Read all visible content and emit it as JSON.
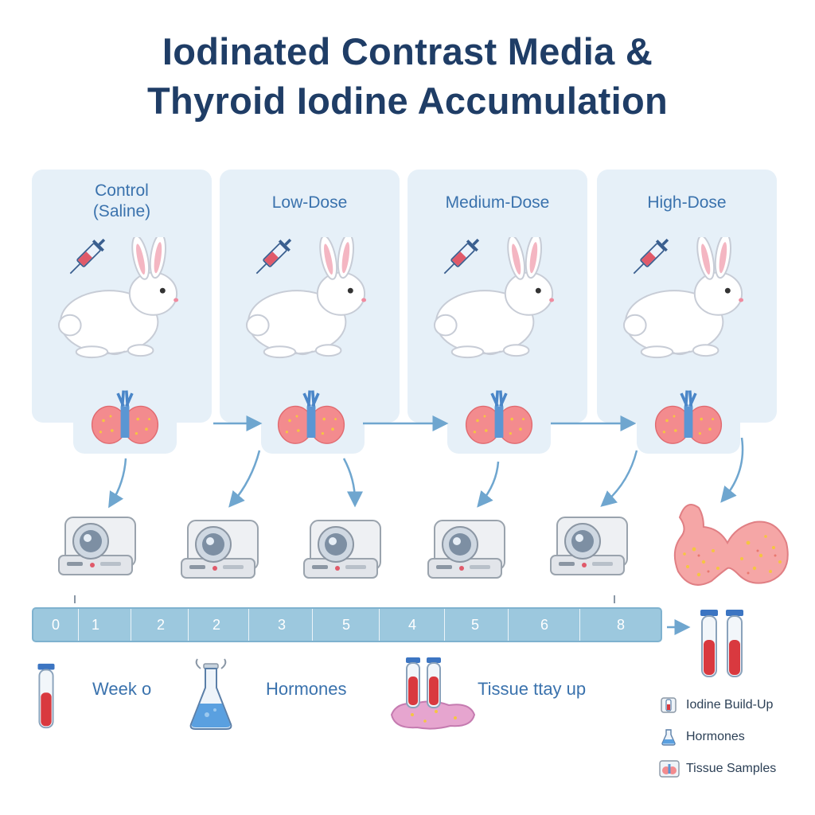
{
  "title": {
    "line1": "Iodinated Contrast Media &",
    "line2": "Thyroid Iodine Accumulation"
  },
  "groups": [
    {
      "label_line1": "Control",
      "label_line2": "(Saline)"
    },
    {
      "label_line1": "Low-Dose",
      "label_line2": ""
    },
    {
      "label_line1": "Medium-Dose",
      "label_line2": ""
    },
    {
      "label_line1": "High-Dose",
      "label_line2": ""
    }
  ],
  "timeline": {
    "ticks": [
      "0",
      "1",
      "2",
      "2",
      "3",
      "5",
      "4",
      "5",
      "6",
      "8"
    ]
  },
  "steps": {
    "week": "Week o",
    "hormones": "Hormones",
    "tissue": "Tissue ttay up"
  },
  "legend": [
    {
      "label": "Iodine Build-Up",
      "icon": "iodine-tube-icon"
    },
    {
      "label": "Hormones",
      "icon": "hormone-flask-icon"
    },
    {
      "label": "Tissue Samples",
      "icon": "tissue-sample-icon"
    }
  ],
  "colors": {
    "title": "#1f3d66",
    "label": "#3a72ad",
    "panel": "#e6f0f8",
    "timeline": "#9cc8de",
    "arrow": "#6fa6cf",
    "blood": "#d9393f",
    "thyroid": "#f08a8a"
  }
}
